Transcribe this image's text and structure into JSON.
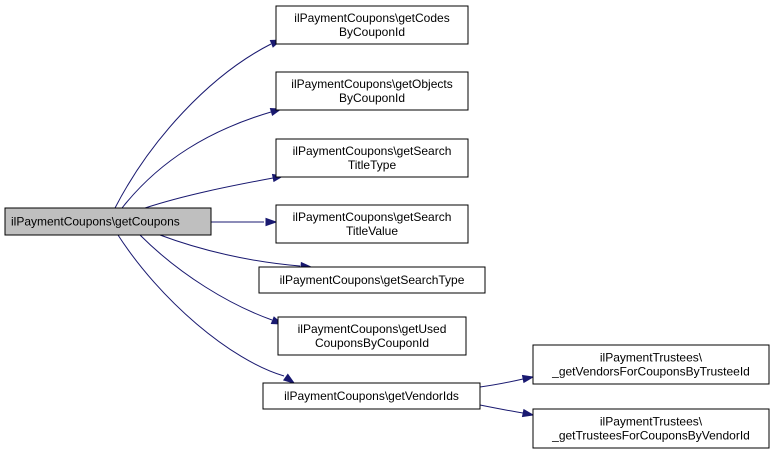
{
  "colors": {
    "edge": "#191970",
    "root_fill": "#bfbfbf",
    "node_fill": "#ffffff",
    "node_stroke": "#000000"
  },
  "nodes": {
    "root": {
      "lines": [
        "ilPaymentCoupons\\getCoupons"
      ]
    },
    "get_codes": {
      "lines": [
        "ilPaymentCoupons\\getCodes",
        "ByCouponId"
      ]
    },
    "get_objects": {
      "lines": [
        "ilPaymentCoupons\\getObjects",
        "ByCouponId"
      ]
    },
    "get_search_title_type": {
      "lines": [
        "ilPaymentCoupons\\getSearch",
        "TitleType"
      ]
    },
    "get_search_title_value": {
      "lines": [
        "ilPaymentCoupons\\getSearch",
        "TitleValue"
      ]
    },
    "get_search_type": {
      "lines": [
        "ilPaymentCoupons\\getSearchType"
      ]
    },
    "get_used_coupons": {
      "lines": [
        "ilPaymentCoupons\\getUsed",
        "CouponsByCouponId"
      ]
    },
    "get_vendor_ids": {
      "lines": [
        "ilPaymentCoupons\\getVendorIds"
      ]
    },
    "get_vendors_for_coupons": {
      "lines": [
        "ilPaymentTrustees\\",
        "_getVendorsForCouponsByTrusteeId"
      ]
    },
    "get_trustees_for_coupons": {
      "lines": [
        "ilPaymentTrustees\\",
        "_getTrusteesForCouponsByVendorId"
      ]
    }
  },
  "edges": [
    {
      "from": "root",
      "to": "get_codes"
    },
    {
      "from": "root",
      "to": "get_objects"
    },
    {
      "from": "root",
      "to": "get_search_title_type"
    },
    {
      "from": "root",
      "to": "get_search_title_value"
    },
    {
      "from": "root",
      "to": "get_search_type"
    },
    {
      "from": "root",
      "to": "get_used_coupons"
    },
    {
      "from": "root",
      "to": "get_vendor_ids"
    },
    {
      "from": "get_vendor_ids",
      "to": "get_vendors_for_coupons"
    },
    {
      "from": "get_vendor_ids",
      "to": "get_trustees_for_coupons"
    }
  ]
}
